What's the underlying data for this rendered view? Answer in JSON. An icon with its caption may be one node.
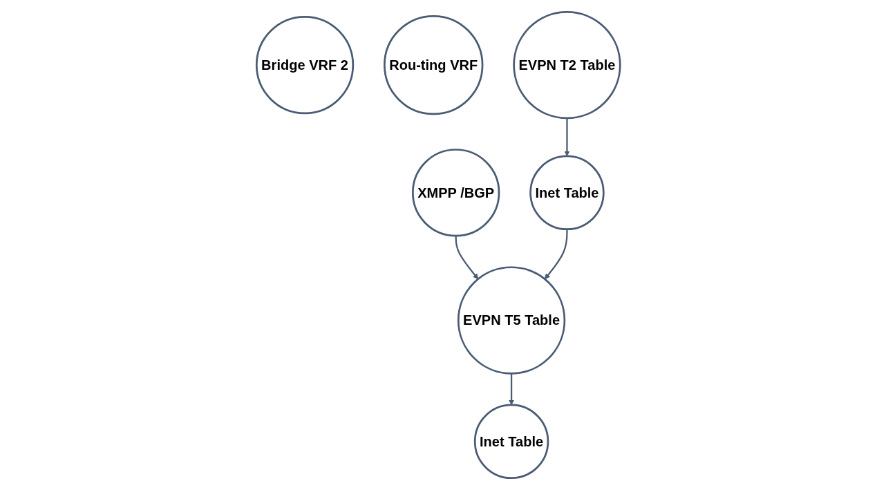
{
  "diagram": {
    "nodes": [
      {
        "text": [
          "XMPP /BGP"
        ]
      },
      {
        "text": [
          "Bridge VRF 2"
        ]
      },
      {
        "text": [
          "Rou-ting VRF"
        ]
      },
      {
        "text": [
          "EVPN T2 Table"
        ]
      },
      {
        "text": [
          "Inet Table"
        ]
      },
      {
        "text": [
          "EVPN T5 Table"
        ]
      },
      {
        "text": [
          "Inet Table"
        ]
      }
    ],
    "edges": [
      {
        "from": 0,
        "to": 5,
        "arrow": "to"
      },
      {
        "from": 3,
        "to": 4,
        "arrow": "to"
      },
      {
        "from": 4,
        "to": 5,
        "arrow": "to"
      },
      {
        "from": 5,
        "to": 6,
        "arrow": "to"
      }
    ]
  }
}
